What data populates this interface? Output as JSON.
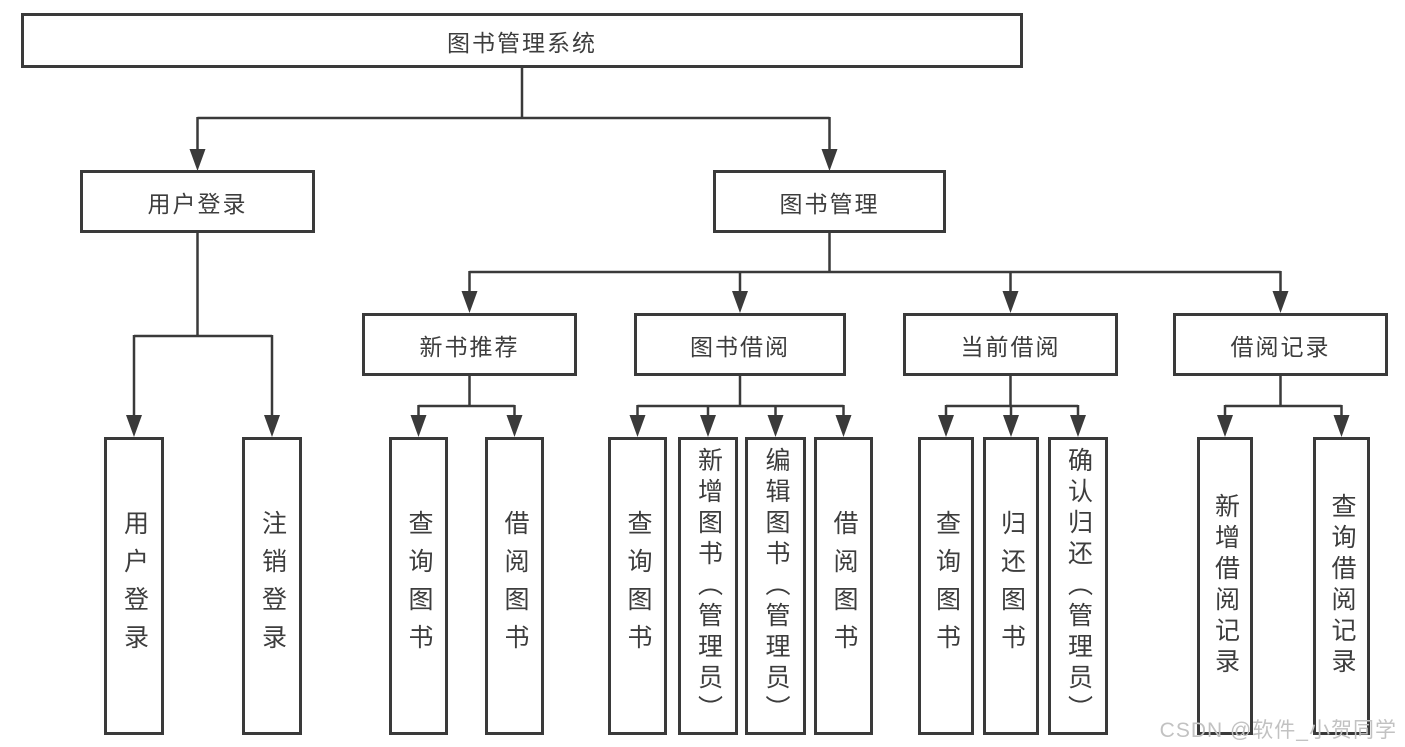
{
  "tree": {
    "root": {
      "label": "图书管理系统"
    },
    "children": [
      {
        "label": "用户登录",
        "children": [
          {
            "label": "用户登录"
          },
          {
            "label": "注销登录"
          }
        ]
      },
      {
        "label": "图书管理",
        "children": [
          {
            "label": "新书推荐",
            "children": [
              {
                "label": "查询图书"
              },
              {
                "label": "借阅图书"
              }
            ]
          },
          {
            "label": "图书借阅",
            "children": [
              {
                "label": "查询图书"
              },
              {
                "label": "新增图书（管理员）"
              },
              {
                "label": "编辑图书（管理员）"
              },
              {
                "label": "借阅图书"
              }
            ]
          },
          {
            "label": "当前借阅",
            "children": [
              {
                "label": "查询图书"
              },
              {
                "label": "归还图书"
              },
              {
                "label": "确认归还（管理员）"
              }
            ]
          },
          {
            "label": "借阅记录",
            "children": [
              {
                "label": "新增借阅记录"
              },
              {
                "label": "查询借阅记录"
              }
            ]
          }
        ]
      }
    ]
  },
  "watermark": {
    "text": "CSDN @软件_小贺同学"
  },
  "colors": {
    "line": "#3a3a3a",
    "text": "#3d3d3d",
    "watermark": "#c2c2c2",
    "bg": "#ffffff"
  }
}
